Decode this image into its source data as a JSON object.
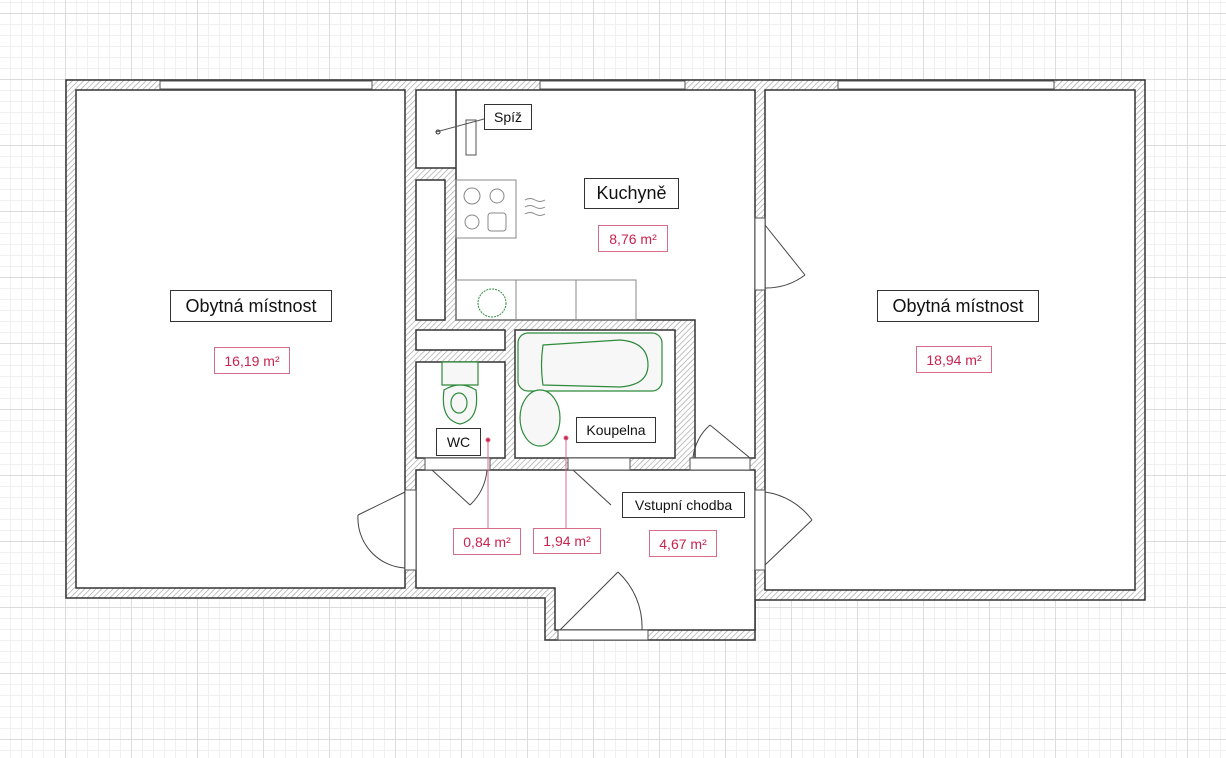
{
  "colors": {
    "wall": "#333333",
    "area": "#c8234f",
    "fixture": "#2e8b3a"
  },
  "rooms": {
    "living_left": {
      "name": "Obytná místnost",
      "area": "16,19 m²"
    },
    "living_right": {
      "name": "Obytná místnost",
      "area": "18,94 m²"
    },
    "kitchen": {
      "name": "Kuchyně",
      "area": "8,76 m²"
    },
    "pantry": {
      "name": "Spíž"
    },
    "bathroom": {
      "name": "Koupelna",
      "area": "1,94 m²"
    },
    "wc": {
      "name": "WC",
      "area": "0,84 m²"
    },
    "hallway": {
      "name": "Vstupní chodba",
      "area": "4,67 m²"
    }
  }
}
